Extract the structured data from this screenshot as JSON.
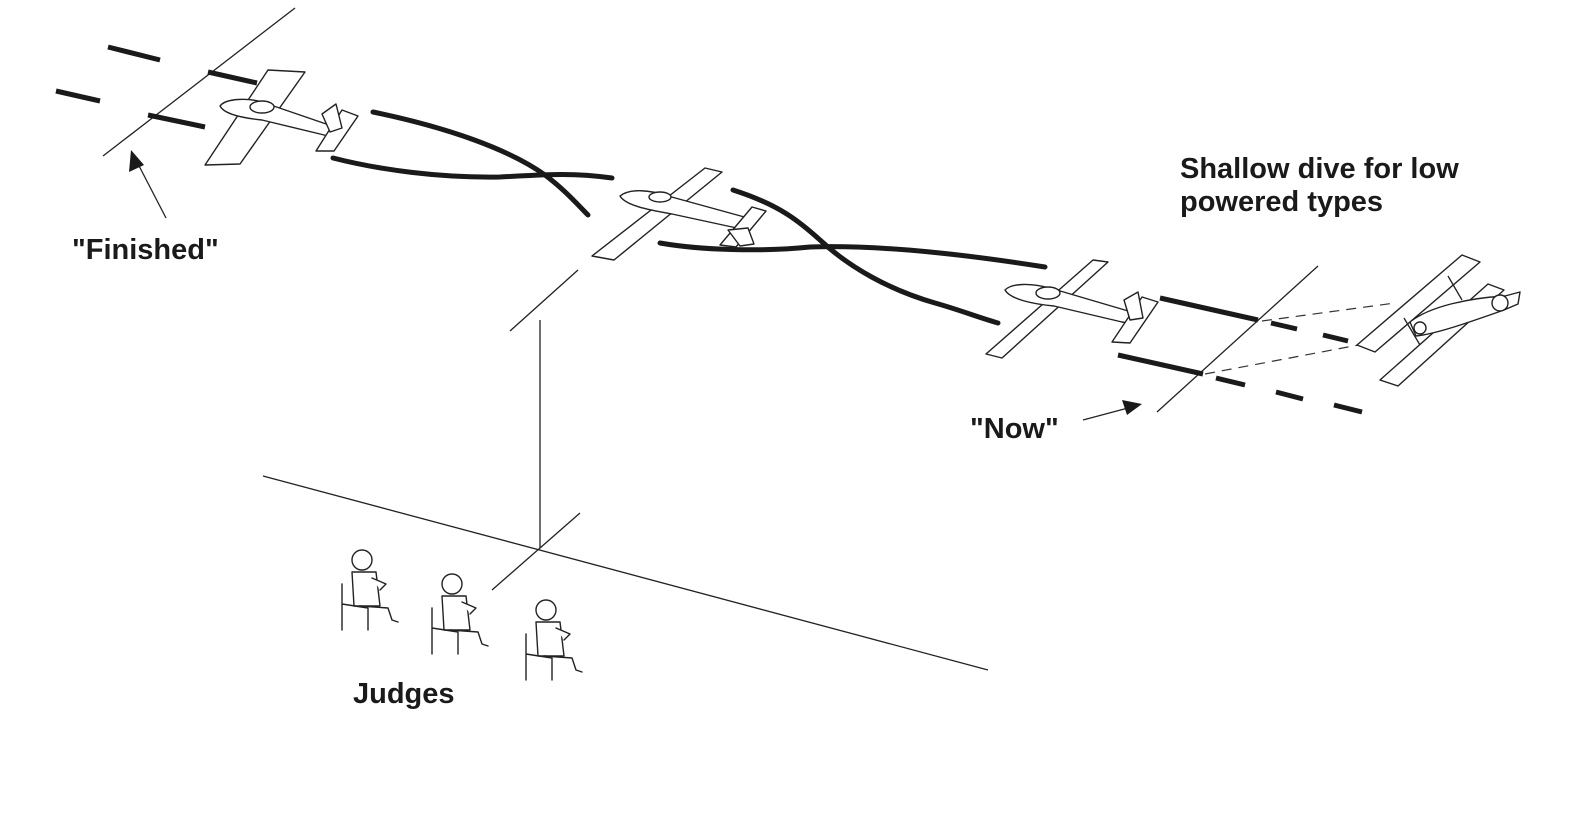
{
  "labels": {
    "finished": "\"Finished\"",
    "now": "\"Now\"",
    "judges": "Judges",
    "note_line1": "Shallow dive for low",
    "note_line2": "powered types"
  },
  "icons": {
    "aircraft": "plane-icon",
    "biplane": "biplane-icon",
    "judge": "judge-icon",
    "arrow": "arrow-icon"
  },
  "colors": {
    "ink": "#1a1a1a",
    "background": "#ffffff"
  }
}
